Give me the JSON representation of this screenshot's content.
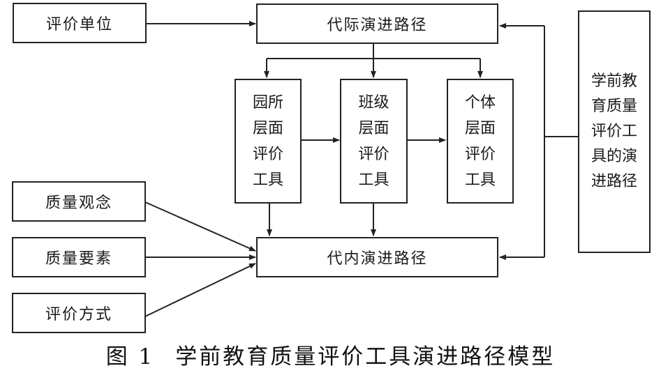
{
  "diagram": {
    "inputs": {
      "eval_unit": "评价单位",
      "quality_concept": "质量观念",
      "quality_elements": "质量要素",
      "eval_method": "评价方式"
    },
    "intergen_path": "代际演进路径",
    "intragen_path": "代内演进路径",
    "tools": {
      "kindergarten": [
        "园所",
        "层面",
        "评价",
        "工具"
      ],
      "class": [
        "班级",
        "层面",
        "评价",
        "工具"
      ],
      "individual": [
        "个体",
        "层面",
        "评价",
        "工具"
      ]
    },
    "side_label": [
      "学前教",
      "育质量",
      "评价工",
      "具的演",
      "进路径"
    ]
  },
  "caption": {
    "figure_number": "图 1",
    "title": "学前教育质量评价工具演进路径模型"
  }
}
